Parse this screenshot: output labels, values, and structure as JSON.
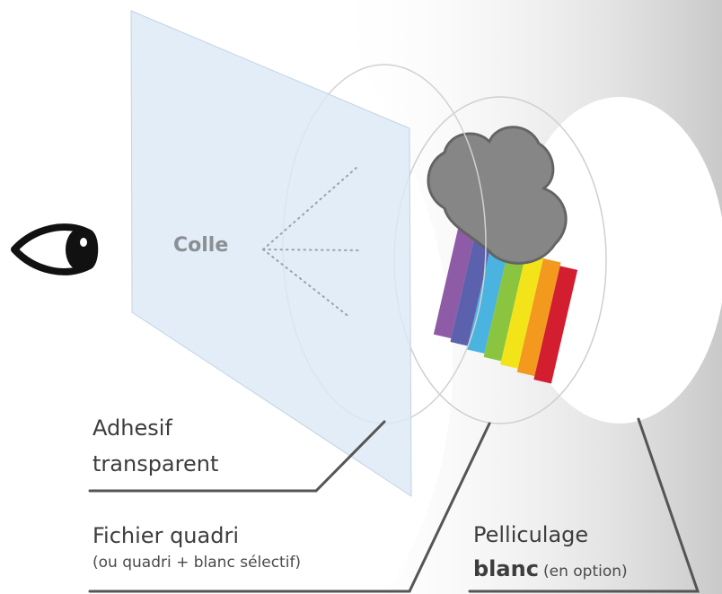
{
  "labels": {
    "glue": "Colle",
    "adhesive_line1": "Adhesif",
    "adhesive_line2": "transparent",
    "file_main": "Fichier quadri",
    "file_sub": "(ou quadri + blanc sélectif)",
    "lamination_line1": "Pelliculage",
    "lamination_bold": "blanc",
    "lamination_sub": "(en option)"
  },
  "icons": {
    "viewer": "eye-icon",
    "image": "rain-cloud-rainbow-icon"
  },
  "colors": {
    "text": "#3d3d3d",
    "glue_text": "#8a8f94",
    "film": "#dce9f5",
    "cloud": "#8c8c8c",
    "rainbow": [
      "#8e5ba6",
      "#5c61ad",
      "#4ab3e0",
      "#8bc53f",
      "#f3e419",
      "#f39a1e",
      "#d21e2f"
    ]
  }
}
